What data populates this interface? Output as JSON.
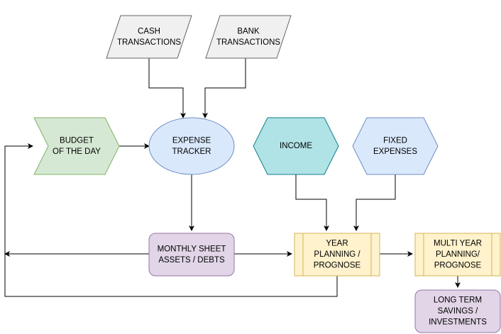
{
  "diagram": {
    "nodes": [
      {
        "id": "cash",
        "shape": "parallelogram",
        "lines": [
          "CASH",
          "TRANSACTIONS"
        ],
        "fill": "#f0f0f0",
        "stroke": "#666666"
      },
      {
        "id": "bank",
        "shape": "parallelogram",
        "lines": [
          "BANK",
          "TRANSACTIONS"
        ],
        "fill": "#f0f0f0",
        "stroke": "#666666"
      },
      {
        "id": "budget",
        "shape": "chevron",
        "lines": [
          "BUDGET",
          "OF THE DAY"
        ],
        "fill": "#d5e8d4",
        "stroke": "#82b366"
      },
      {
        "id": "expense",
        "shape": "ellipse",
        "lines": [
          "EXPENSE",
          "TRACKER"
        ],
        "fill": "#dae8fc",
        "stroke": "#6c8ebf"
      },
      {
        "id": "income",
        "shape": "hexagon",
        "lines": [
          "INCOME"
        ],
        "fill": "#b0e3e6",
        "stroke": "#0e8088"
      },
      {
        "id": "fixed",
        "shape": "hexagon",
        "lines": [
          "FIXED",
          "EXPENSES"
        ],
        "fill": "#dae8fc",
        "stroke": "#6c8ebf"
      },
      {
        "id": "monthly",
        "shape": "rounded-rect",
        "lines": [
          "MONTHLY  SHEET",
          "ASSETS / DEBTS"
        ],
        "fill": "#e1d5e7",
        "stroke": "#9673a6"
      },
      {
        "id": "year",
        "shape": "process",
        "lines": [
          "YEAR",
          "PLANNING /",
          "PROGNOSE"
        ],
        "fill": "#fff2cc",
        "stroke": "#d6b656"
      },
      {
        "id": "multi",
        "shape": "process",
        "lines": [
          "MULTI YEAR",
          "PLANNING/",
          "PROGNOSE"
        ],
        "fill": "#fff2cc",
        "stroke": "#d6b656"
      },
      {
        "id": "longterm",
        "shape": "rounded-rect",
        "lines": [
          "LONG TERM",
          "SAVINGS /",
          "INVESTMENTS"
        ],
        "fill": "#e1d5e7",
        "stroke": "#9673a6"
      }
    ],
    "edges": [
      {
        "id": "cash-to-expense"
      },
      {
        "id": "bank-to-expense"
      },
      {
        "id": "budget-to-expense"
      },
      {
        "id": "expense-to-monthly"
      },
      {
        "id": "income-to-year"
      },
      {
        "id": "fixed-to-year"
      },
      {
        "id": "monthly-to-year"
      },
      {
        "id": "monthly-to-left"
      },
      {
        "id": "year-to-multi"
      },
      {
        "id": "multi-to-longterm"
      },
      {
        "id": "year-loop-to-budget"
      }
    ]
  }
}
